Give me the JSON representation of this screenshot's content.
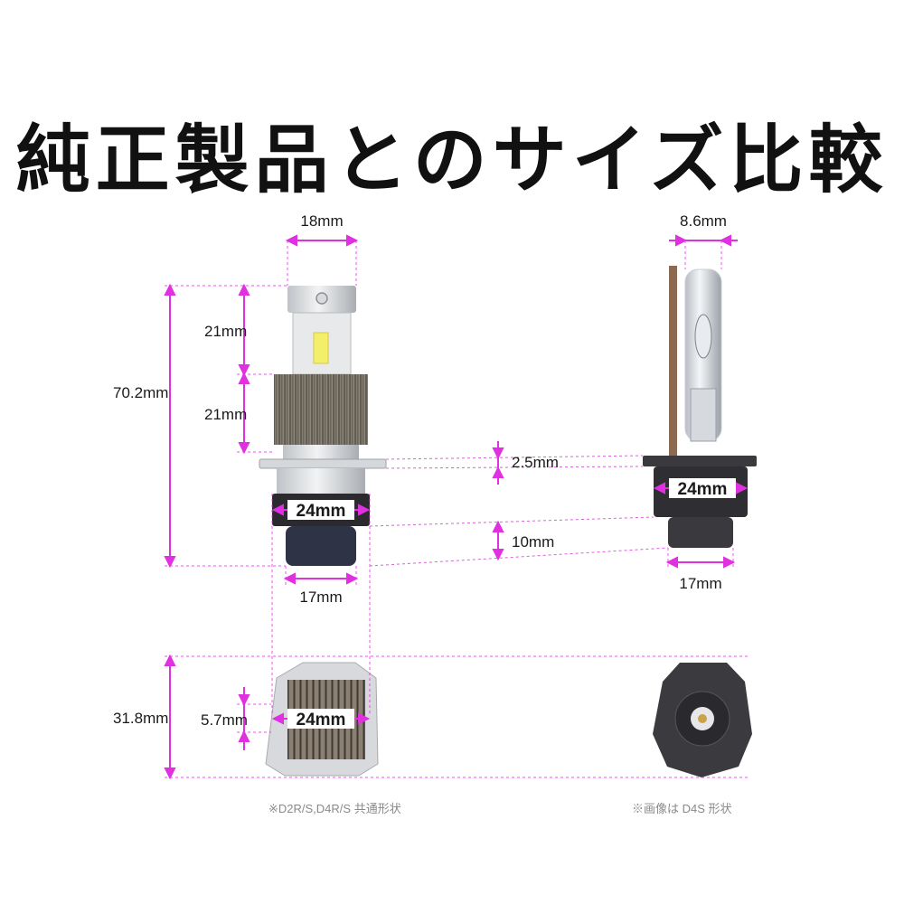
{
  "title": "純正製品とのサイズ比較",
  "colors": {
    "dimension": "#e030e0",
    "text": "#1a1a1a",
    "note": "#8a8a8a"
  },
  "dimensions": {
    "led_top_width": "18mm",
    "led_height_top": "21mm",
    "led_height_heatsink": "21mm",
    "led_total_height": "70.2mm",
    "led_base_width": "24mm",
    "led_bottom_width": "17mm",
    "flange_thickness": "2.5mm",
    "connector_height": "10mm",
    "hid_top_width": "8.6mm",
    "hid_base_width": "24mm",
    "hid_bottom_width": "17mm",
    "bottom_depth": "31.8mm",
    "bottom_slot": "5.7mm",
    "bottom_width": "24mm"
  },
  "notes": {
    "left": "※D2R/S,D4R/S 共通形状",
    "right": "※画像は D4S 形状"
  }
}
